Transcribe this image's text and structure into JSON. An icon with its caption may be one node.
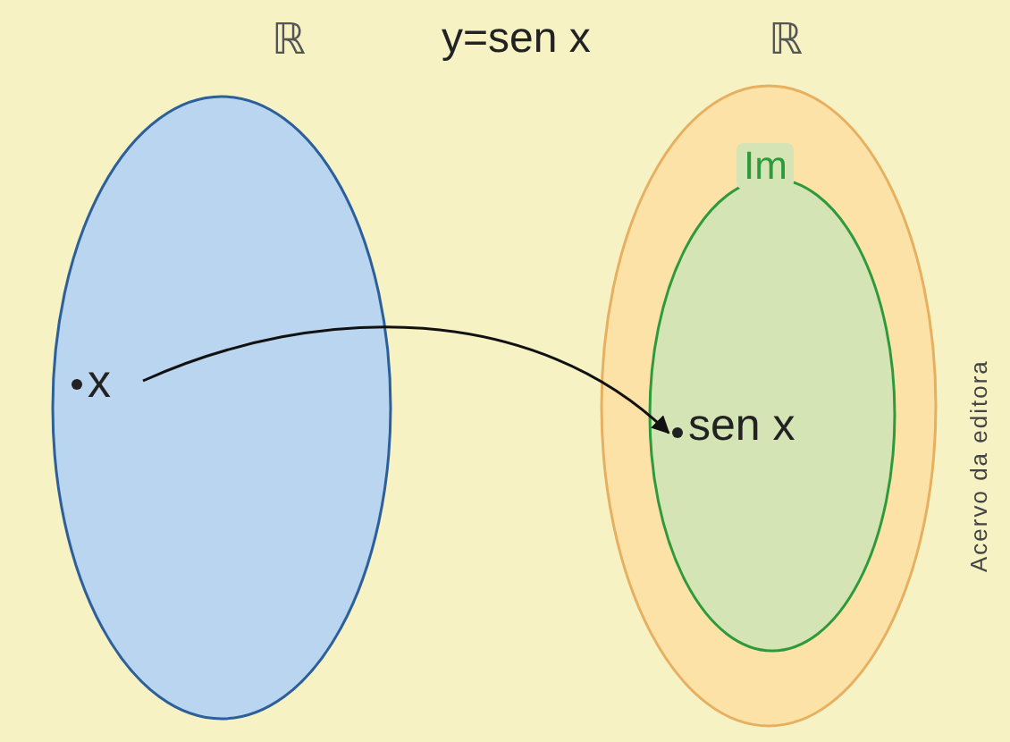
{
  "diagram": {
    "title": "y=sen x",
    "nodes": [
      {
        "text": [
          "ℝ"
        ]
      },
      {
        "text": [
          "x"
        ],
        "in": 0
      },
      {
        "text": [
          "ℝ"
        ]
      },
      {
        "text": [
          "Im"
        ],
        "in": 2
      },
      {
        "text": [
          "sen x"
        ],
        "in": 3
      }
    ],
    "edges": [
      {
        "from": 1,
        "to": 4,
        "arrow": "to"
      }
    ],
    "labels": [
      "Acervo da editora"
    ]
  }
}
